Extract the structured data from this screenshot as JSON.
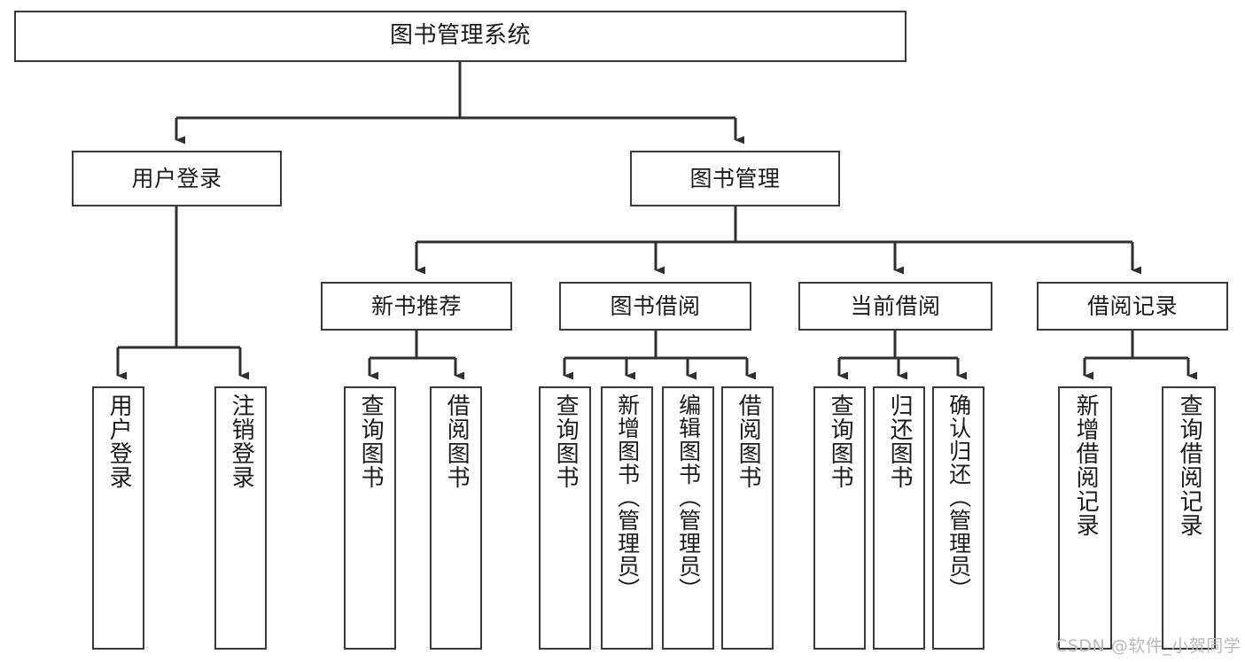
{
  "diagram": {
    "title": "图书管理系统",
    "watermark": "CSDN @软件_小贺同学",
    "colors": {
      "stroke": "#3a3a3a",
      "fill": "#ffffff",
      "text": "#1b1b1b",
      "watermark": "#b9b9b9"
    },
    "nodes": {
      "root": {
        "label": "图书管理系统"
      },
      "level2": [
        {
          "id": "user-login",
          "label": "用户登录"
        },
        {
          "id": "book-management",
          "label": "图书管理"
        }
      ],
      "level3": [
        {
          "id": "new-book-recommend",
          "label": "新书推荐"
        },
        {
          "id": "book-borrow",
          "label": "图书借阅"
        },
        {
          "id": "current-borrow",
          "label": "当前借阅"
        },
        {
          "id": "borrow-record",
          "label": "借阅记录"
        }
      ],
      "leaves": {
        "user-login": [
          {
            "id": "leaf-user-login",
            "label": "用户登录"
          },
          {
            "id": "leaf-logout-login",
            "label": "注销登录"
          }
        ],
        "new-book-recommend": [
          {
            "id": "leaf-query-book-1",
            "label": "查询图书"
          },
          {
            "id": "leaf-borrow-book-1",
            "label": "借阅图书"
          }
        ],
        "book-borrow": [
          {
            "id": "leaf-query-book-2",
            "label": "查询图书"
          },
          {
            "id": "leaf-add-book",
            "label": "新增图书（管理员）"
          },
          {
            "id": "leaf-edit-book",
            "label": "编辑图书（管理员）"
          },
          {
            "id": "leaf-borrow-book-2",
            "label": "借阅图书"
          }
        ],
        "current-borrow": [
          {
            "id": "leaf-query-book-3",
            "label": "查询图书"
          },
          {
            "id": "leaf-return-book",
            "label": "归还图书"
          },
          {
            "id": "leaf-confirm-return",
            "label": "确认归还（管理员）"
          }
        ],
        "borrow-record": [
          {
            "id": "leaf-add-record",
            "label": "新增借阅记录"
          },
          {
            "id": "leaf-query-record",
            "label": "查询借阅记录"
          }
        ]
      }
    }
  }
}
